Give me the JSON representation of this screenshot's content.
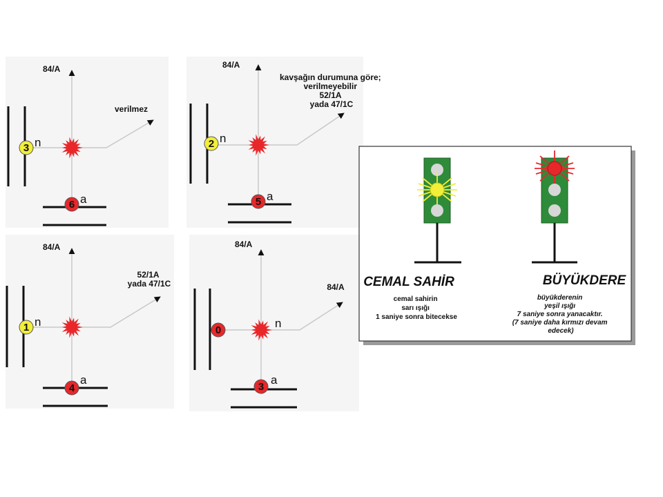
{
  "colors": {
    "red": "#e8272a",
    "yellow": "#f2ee3a",
    "green": "#2e8b3a",
    "line": "#c8c8c8",
    "panel_bg": "#f5f5f5"
  },
  "panels": [
    {
      "id": "p1",
      "up_label": "84/A",
      "diag_label": [
        "verilmez"
      ],
      "left_num": "3",
      "left_color": "yellow",
      "left_suffix": "n",
      "bottom_num": "6",
      "bottom_suffix": "a"
    },
    {
      "id": "p2",
      "up_label": "84/A",
      "diag_label": [
        "kavşağın durumuna göre;",
        "verilmeyebilir",
        "52/1A",
        "yada 47/1C"
      ],
      "left_num": "2",
      "left_color": "yellow",
      "left_suffix": "n",
      "bottom_num": "5",
      "bottom_suffix": "a"
    },
    {
      "id": "p3",
      "up_label": "84/A",
      "diag_label": [
        "52/1A",
        "yada 47/1C"
      ],
      "left_num": "1",
      "left_color": "yellow",
      "left_suffix": "n",
      "bottom_num": "4",
      "bottom_suffix": "a"
    },
    {
      "id": "p4",
      "up_label": "84/A",
      "diag_label": [
        "84/A"
      ],
      "left_num": "0",
      "left_color": "red",
      "left_suffix": "n",
      "bottom_num": "3",
      "bottom_suffix": "a"
    }
  ],
  "legend": {
    "left": {
      "title": "CEMAL SAHİR",
      "lit_lamp": "yellow",
      "desc": [
        "cemal sahirin",
        "sarı ışığı",
        "1 saniye sonra bitecekse"
      ]
    },
    "right": {
      "title": "BÜYÜKDERE",
      "lit_lamp": "red",
      "desc": [
        "büyükderenin",
        "yeşil ışığı",
        "7 saniye sonra yanacaktır.",
        "(7 saniye daha kırmızı devam",
        "edecek)"
      ]
    }
  },
  "icons": {
    "burst": "starburst-icon",
    "arrow": "arrow-head-icon"
  }
}
